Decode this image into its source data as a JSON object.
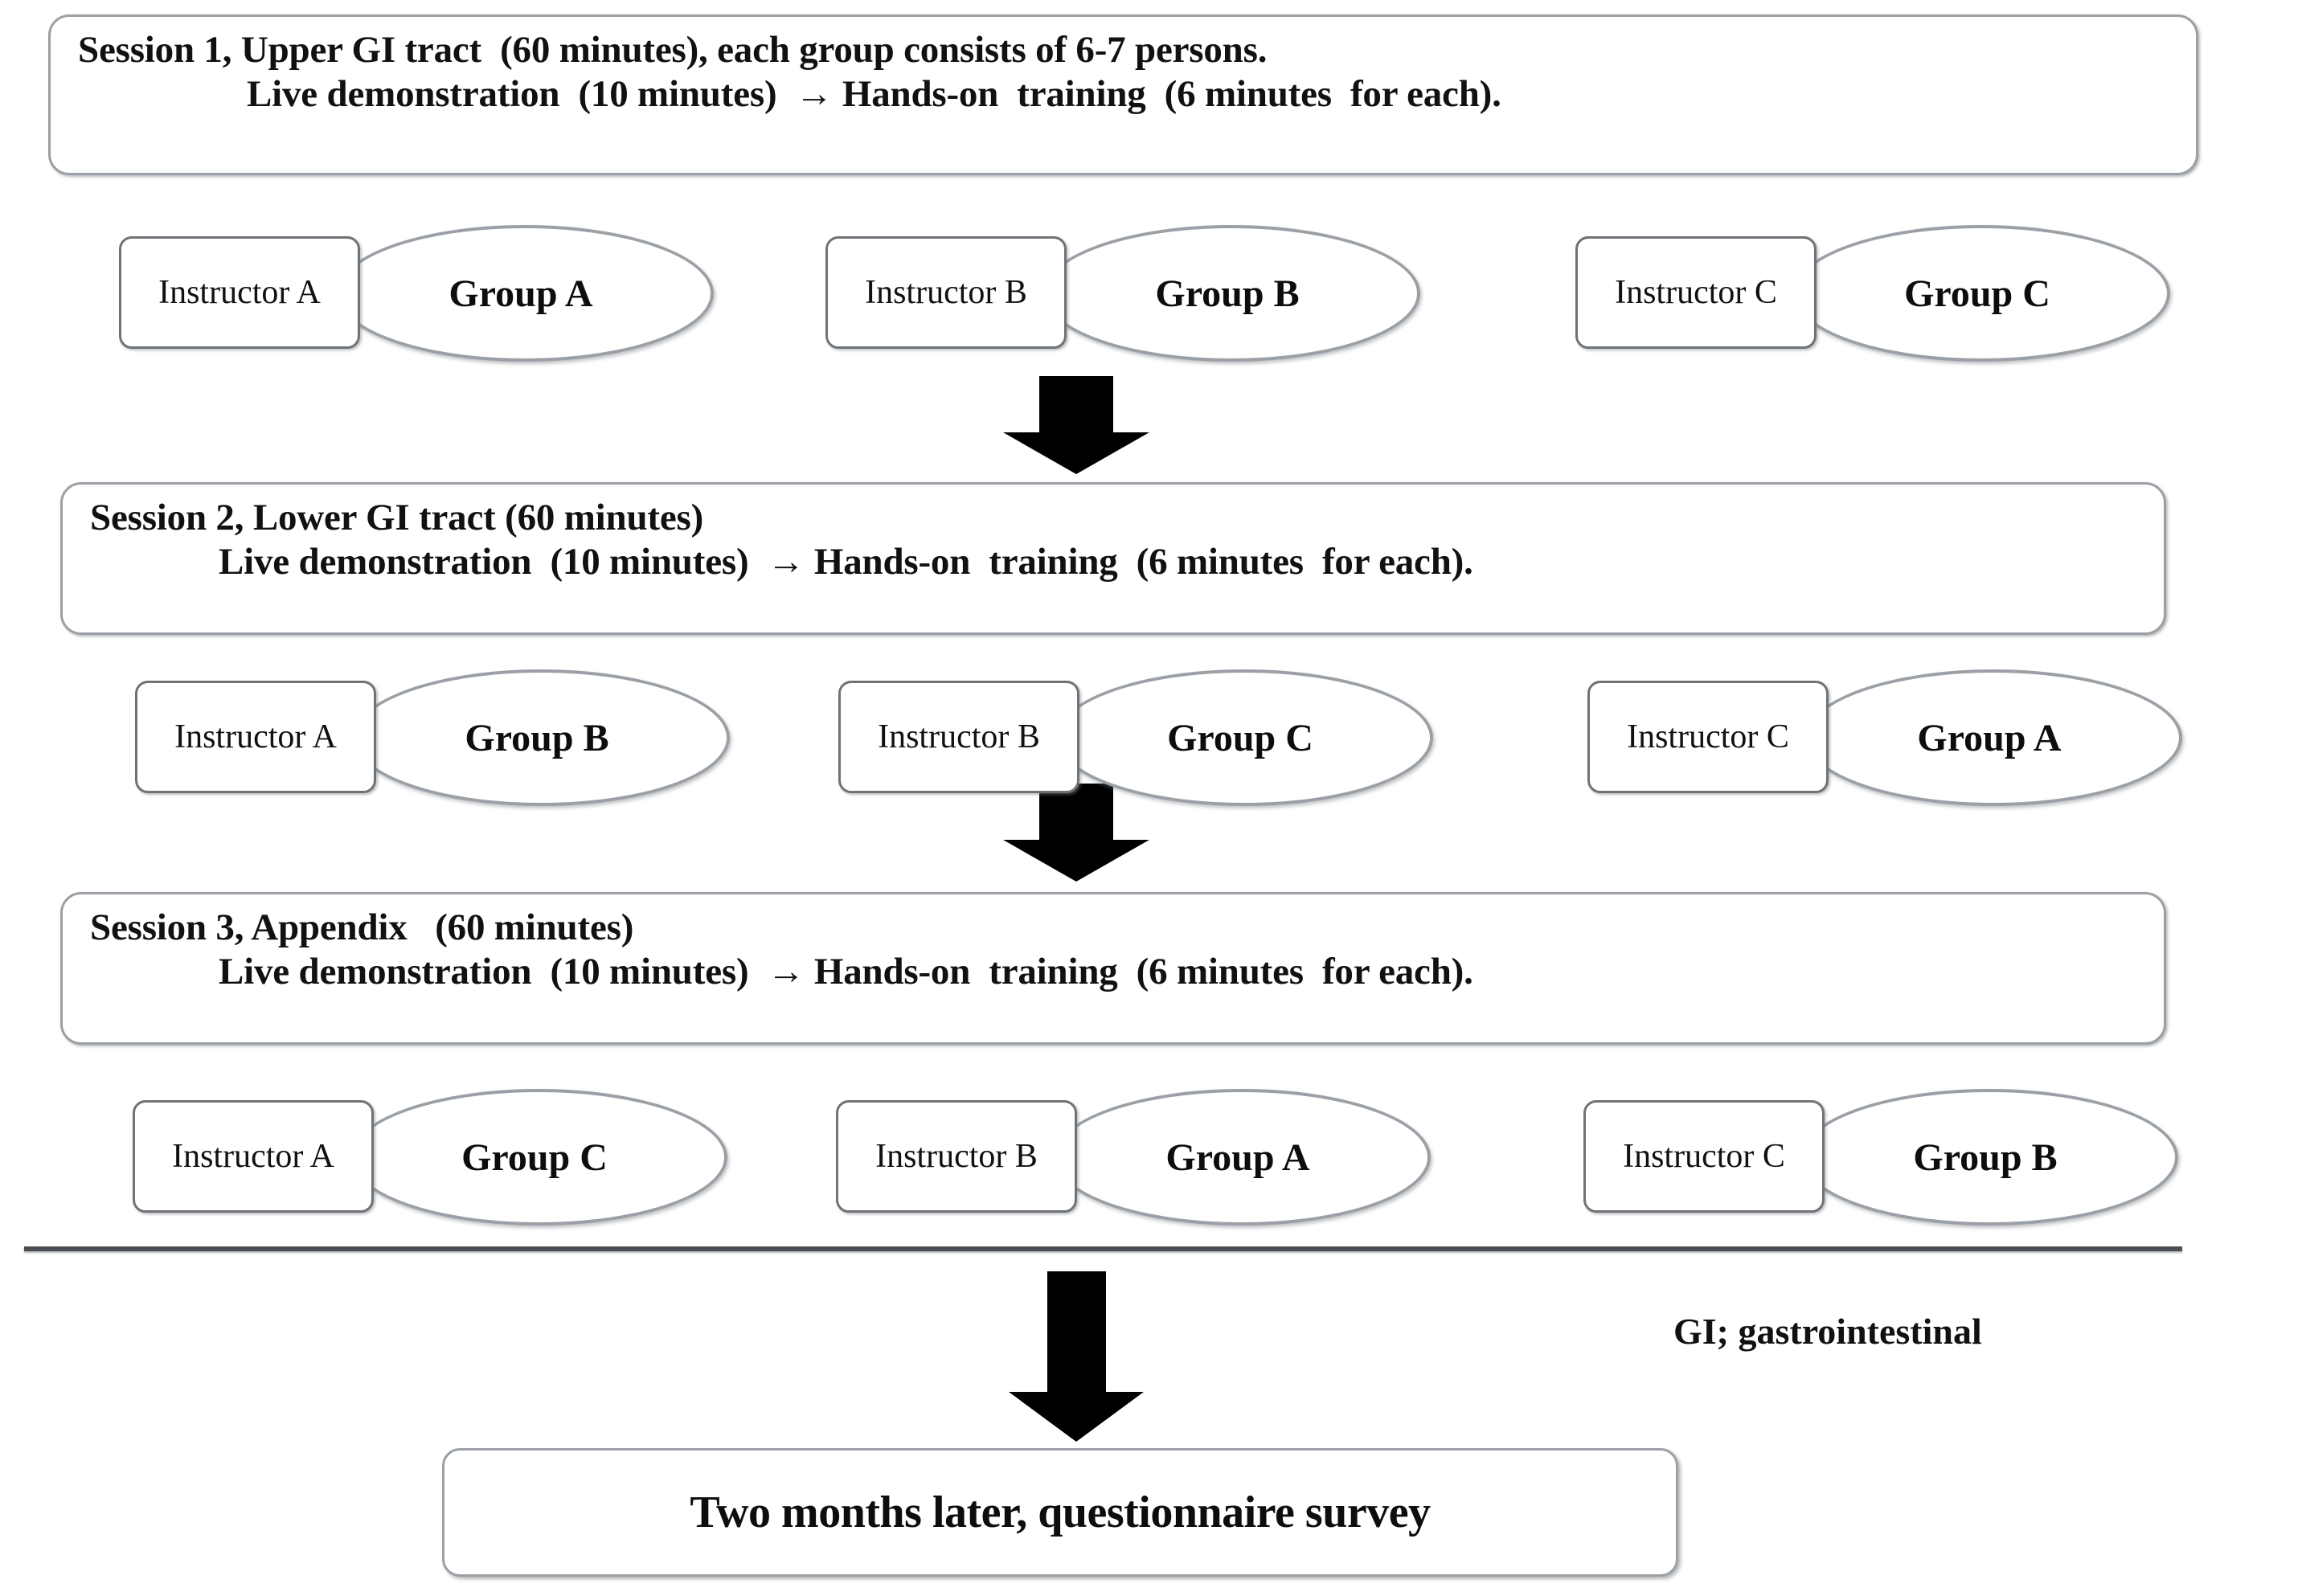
{
  "sessions": [
    {
      "id": "session-1",
      "line1": "Session 1, Upper GI tract  (60 minutes), each group consists of 6-7 persons.",
      "line2": "Live demonstration  (10 minutes)  → Hands-on  training  (6 minutes  for each).",
      "pairs": [
        {
          "instructor": "Instructor A",
          "group": "Group A"
        },
        {
          "instructor": "Instructor B",
          "group": "Group B"
        },
        {
          "instructor": "Instructor C",
          "group": "Group C"
        }
      ]
    },
    {
      "id": "session-2",
      "line1": "Session 2, Lower GI tract (60 minutes)",
      "line2": "Live demonstration  (10 minutes)  → Hands-on  training  (6 minutes  for each).",
      "pairs": [
        {
          "instructor": "Instructor A",
          "group": "Group B"
        },
        {
          "instructor": "Instructor B",
          "group": "Group C"
        },
        {
          "instructor": "Instructor C",
          "group": "Group A"
        }
      ]
    },
    {
      "id": "session-3",
      "line1": "Session 3, Appendix   (60 minutes)",
      "line2": "Live demonstration  (10 minutes)  → Hands-on  training  (6 minutes  for each).",
      "pairs": [
        {
          "instructor": "Instructor A",
          "group": "Group C"
        },
        {
          "instructor": "Instructor B",
          "group": "Group A"
        },
        {
          "instructor": "Instructor C",
          "group": "Group B"
        }
      ]
    }
  ],
  "footnote": "GI; gastrointestinal",
  "final": {
    "text": "Two months later, questionnaire survey"
  },
  "colors": {
    "shape_stroke": "#9aa0a6",
    "instructor_stroke": "#6f7378",
    "arrow_fill": "#000000",
    "divider": "#4a4e52",
    "text": "#111111",
    "background": "#ffffff"
  }
}
